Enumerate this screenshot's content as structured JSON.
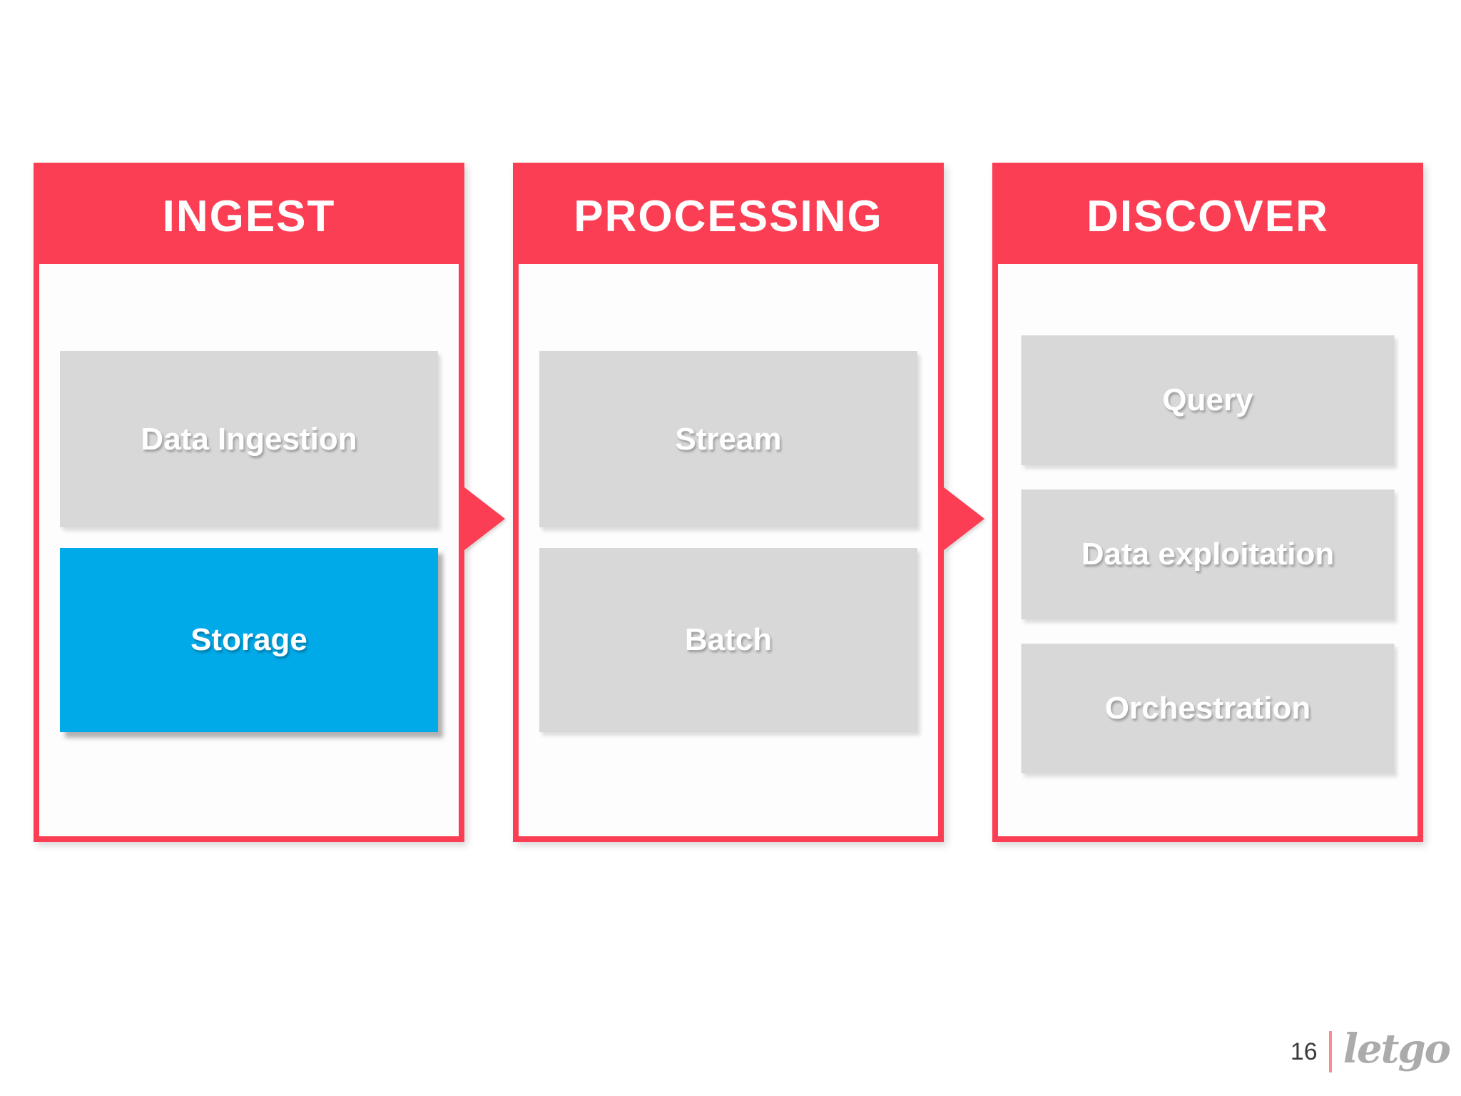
{
  "columns": [
    {
      "title": "INGEST",
      "boxes": [
        {
          "label": "Data Ingestion",
          "variant": "gray"
        },
        {
          "label": "Storage",
          "variant": "blue"
        }
      ]
    },
    {
      "title": "PROCESSING",
      "boxes": [
        {
          "label": "Stream",
          "variant": "gray"
        },
        {
          "label": "Batch",
          "variant": "gray"
        }
      ]
    },
    {
      "title": "DISCOVER",
      "boxes": [
        {
          "label": "Query",
          "variant": "gray"
        },
        {
          "label": "Data exploitation",
          "variant": "gray"
        },
        {
          "label": "Orchestration",
          "variant": "gray"
        }
      ]
    }
  ],
  "arrows": [
    {
      "from": "INGEST",
      "to": "PROCESSING"
    },
    {
      "from": "PROCESSING",
      "to": "DISCOVER"
    }
  ],
  "footer": {
    "page_number": "16",
    "brand": "letgo"
  },
  "colors": {
    "accent_red": "#FB3E53",
    "accent_blue": "#00A9E8",
    "box_gray": "#D8D8D8",
    "divider_pink": "#FB8A94",
    "logo_gray": "#ABABAB"
  }
}
